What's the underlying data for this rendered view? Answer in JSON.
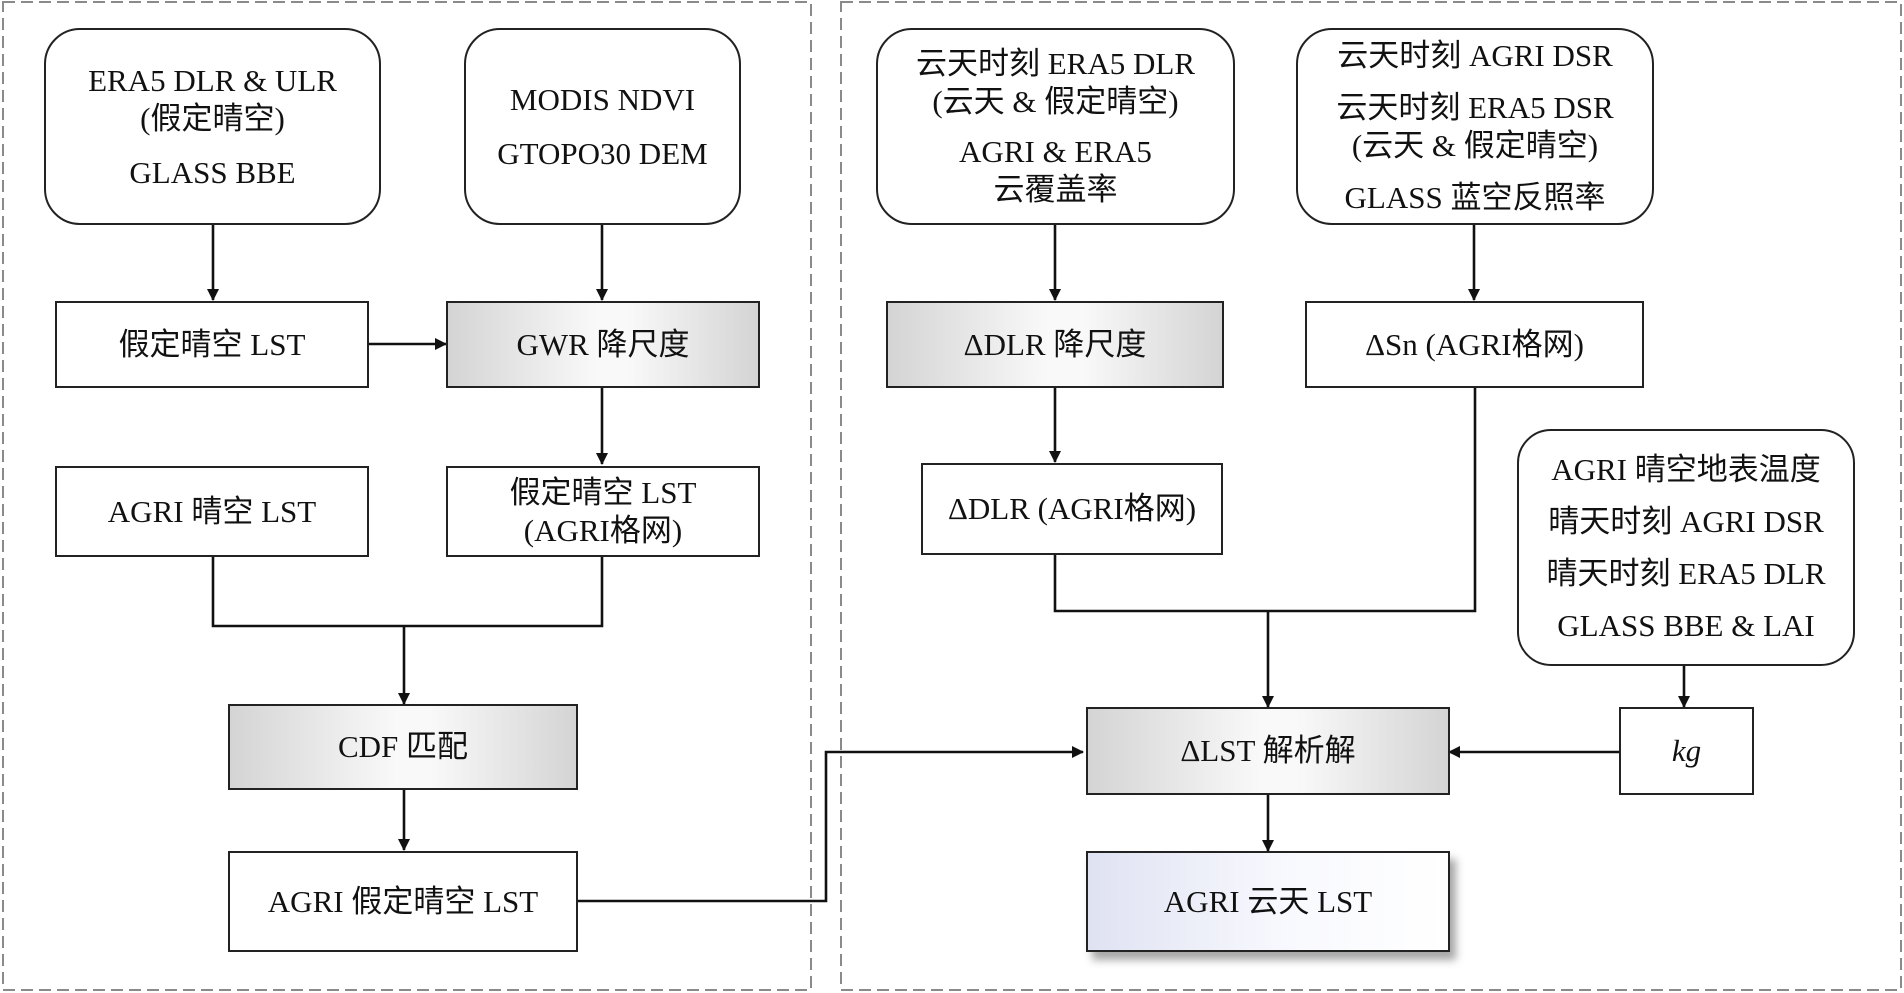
{
  "left_panel": {
    "input_era5": {
      "line1": "ERA5 DLR & ULR",
      "line2": "(假定晴空)",
      "line3": "GLASS BBE"
    },
    "input_modis": {
      "line1": "MODIS NDVI",
      "line2": "GTOPO30 DEM"
    },
    "assumed_clear_lst": "假定晴空 LST",
    "gwr_downscaling": "GWR 降尺度",
    "agri_clear_lst": "AGRI 晴空 LST",
    "assumed_clear_lst_grid": {
      "line1": "假定晴空 LST",
      "line2": "(AGRI格网)"
    },
    "cdf_matching": "CDF 匹配",
    "agri_assumed_clear_lst": "AGRI 假定晴空 LST"
  },
  "right_panel": {
    "input_dlr": {
      "line1": "云天时刻 ERA5 DLR",
      "line2": "(云天 & 假定晴空)",
      "line3": "AGRI & ERA5",
      "line4": "云覆盖率"
    },
    "input_dsr": {
      "line1": "云天时刻 AGRI DSR",
      "line2": "云天时刻 ERA5 DSR",
      "line3": "(云天 & 假定晴空)",
      "line4": "GLASS 蓝空反照率"
    },
    "delta_dlr_downscaling": "ΔDLR 降尺度",
    "delta_sn_grid": "ΔSn (AGRI格网)",
    "delta_dlr_grid": "ΔDLR (AGRI格网)",
    "input_kg": {
      "line1": "AGRI 晴空地表温度",
      "line2": "晴天时刻 AGRI DSR",
      "line3": "晴天时刻 ERA5 DLR",
      "line4": "GLASS BBE & LAI"
    },
    "delta_lst_analytical": "ΔLST 解析解",
    "kg": "kg",
    "agri_cloudy_lst": "AGRI 云天 LST"
  }
}
